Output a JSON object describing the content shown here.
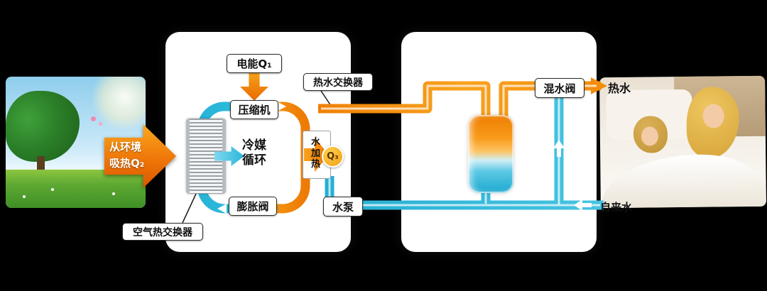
{
  "colors": {
    "background": "#000000",
    "panel": "#ffffff",
    "hot": "#ee7f04",
    "hot_light": "#f9a826",
    "cold": "#23aed4",
    "cold_light": "#5fcde8"
  },
  "env": {
    "arrow_line1": "从环境",
    "arrow_line2": "吸热Q₂"
  },
  "unit": {
    "electric": "电能Q₁",
    "compressor": "压缩机",
    "refrigerant_l1": "冷媒",
    "refrigerant_l2": "循环",
    "expansion_valve": "膨胀阀",
    "water_heating": "水加热",
    "q3": "Q₃",
    "hot_water_exchanger": "热水交换器",
    "air_heat_exchanger": "空气热交换器"
  },
  "water": {
    "mixing_valve": "混水阀",
    "hot_water": "热水",
    "pump": "水泵",
    "tap_water": "自来水"
  }
}
